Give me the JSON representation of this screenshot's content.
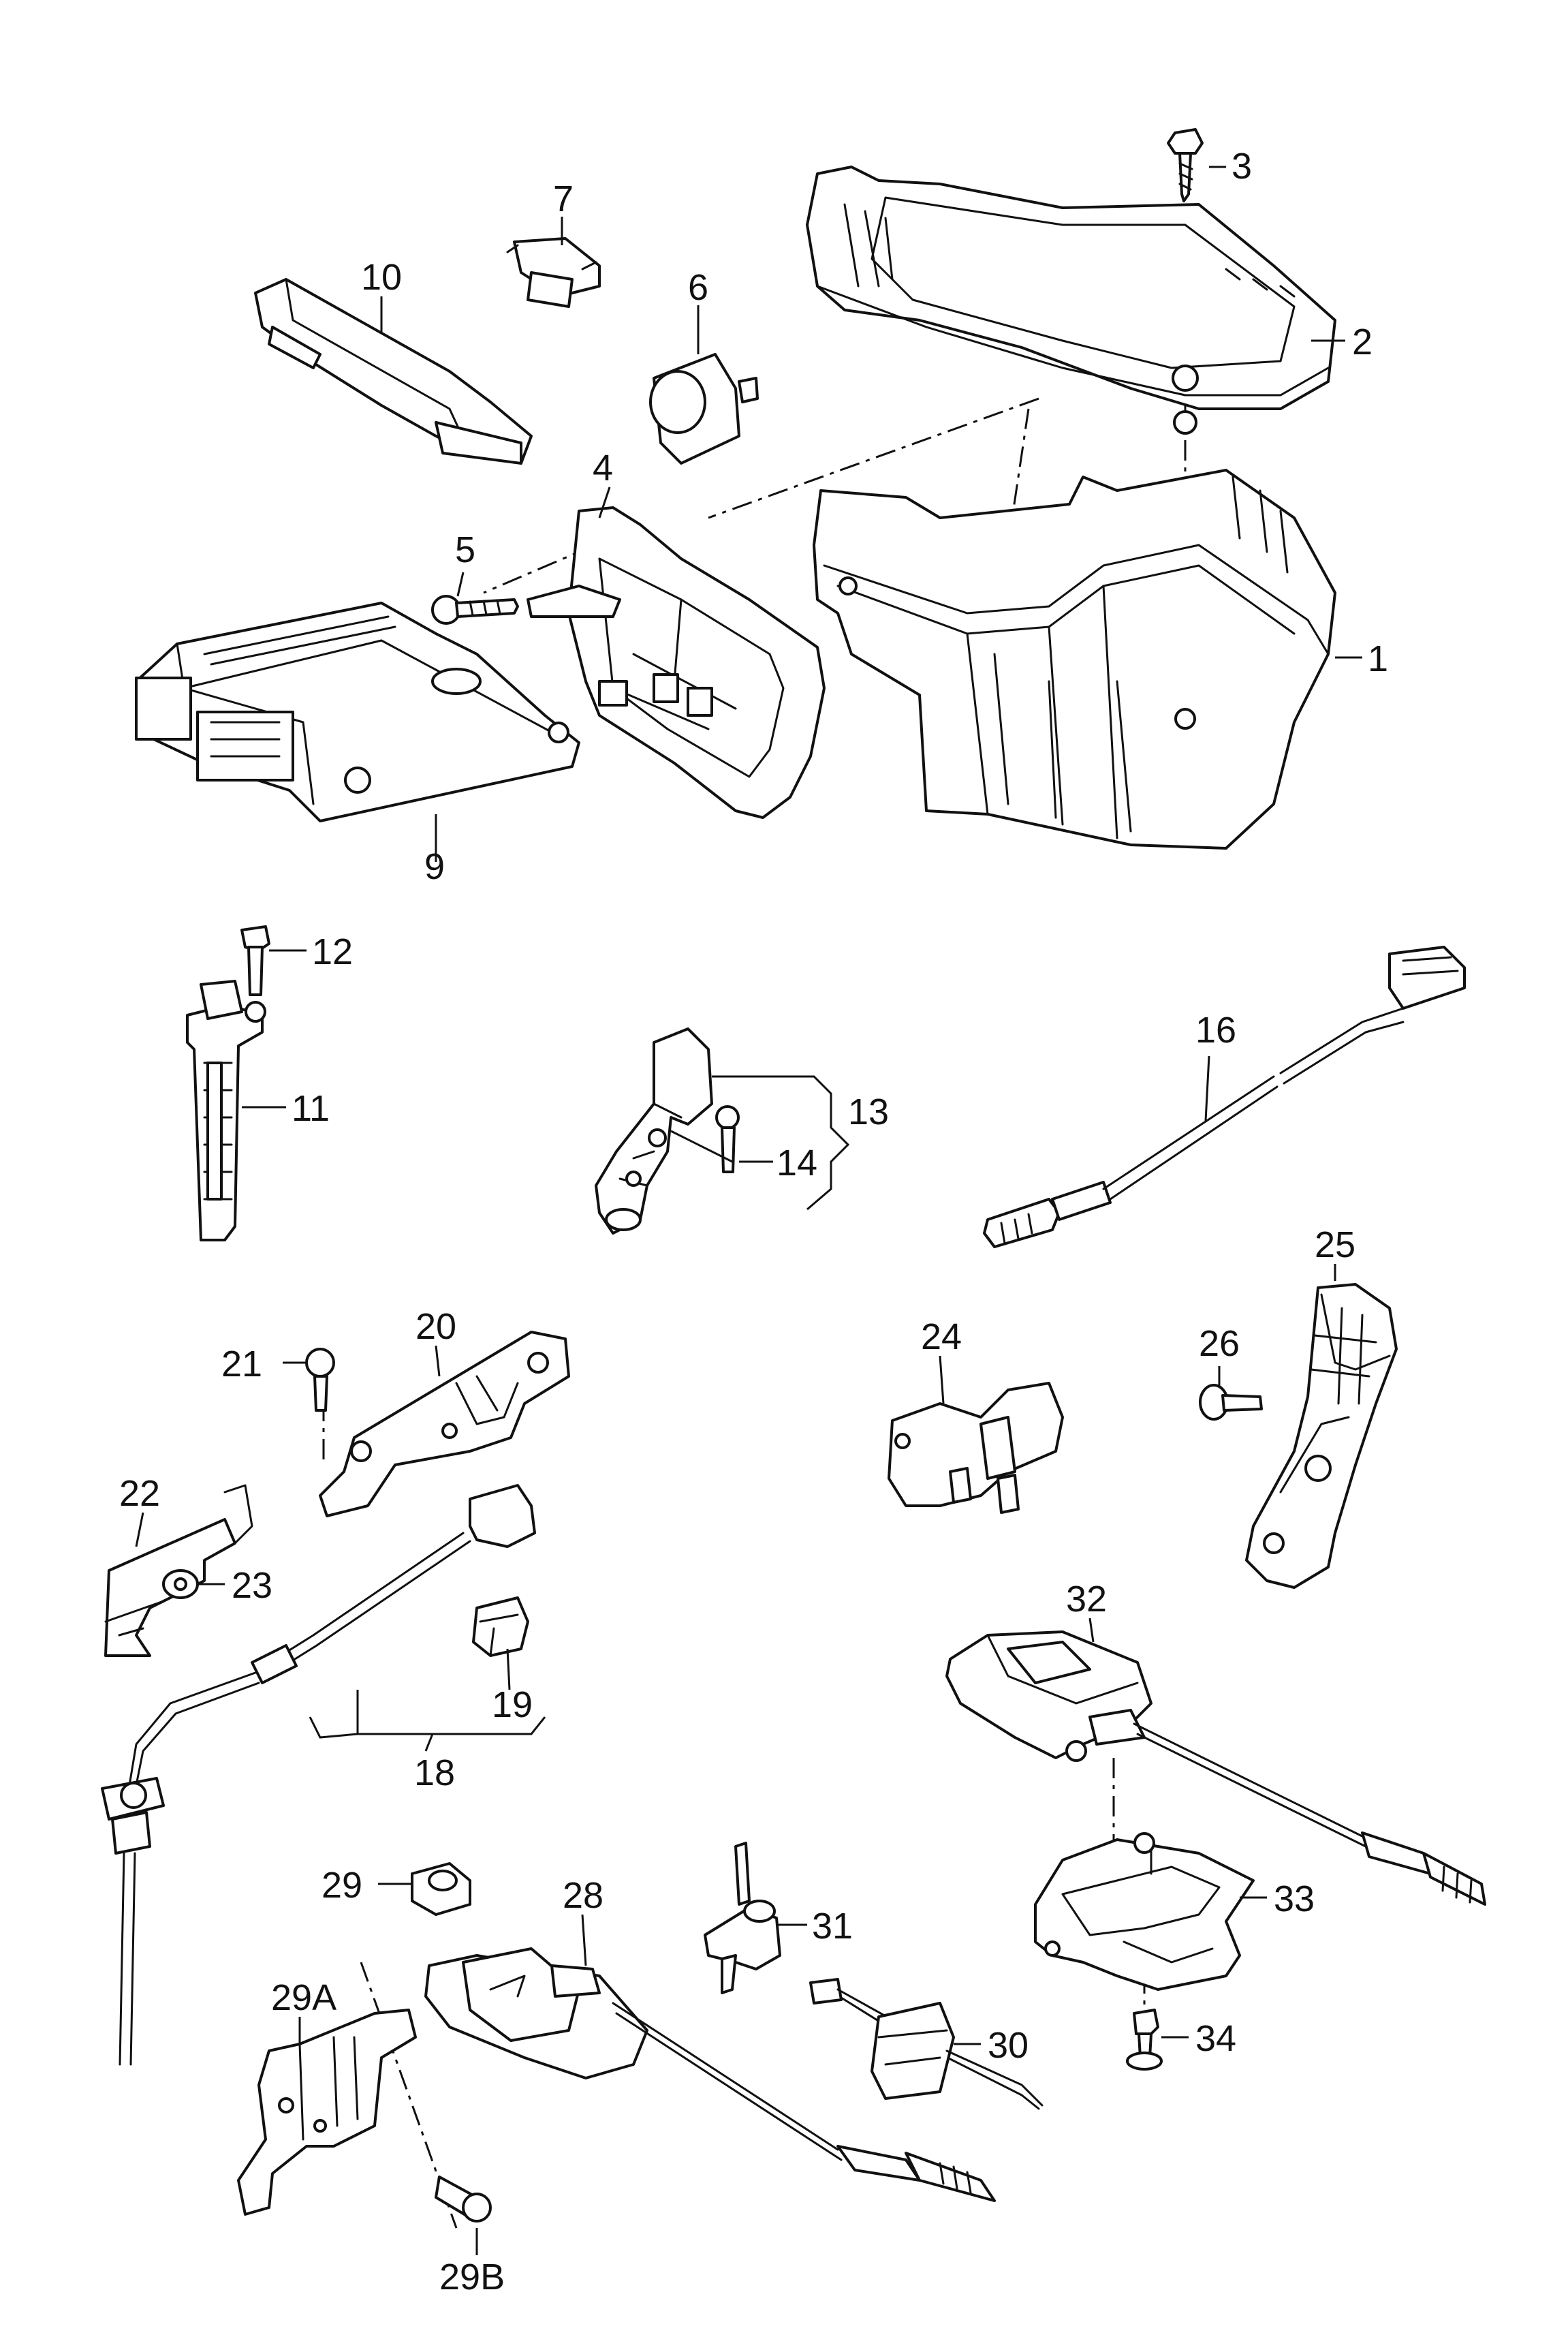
{
  "colors": {
    "line": "#111111",
    "background": "#ffffff"
  },
  "labels": {
    "l1": "1",
    "l2": "2",
    "l3": "3",
    "l4": "4",
    "l5": "5",
    "l6": "6",
    "l7": "7",
    "l9": "9",
    "l10": "10",
    "l11": "11",
    "l12": "12",
    "l13": "13",
    "l14": "14",
    "l16": "16",
    "l18": "18",
    "l19": "19",
    "l20": "20",
    "l21": "21",
    "l22": "22",
    "l23": "23",
    "l24": "24",
    "l25": "25",
    "l26": "26",
    "l28": "28",
    "l29": "29",
    "l29a": "29A",
    "l29b": "29B",
    "l30": "30",
    "l31": "31",
    "l32": "32",
    "l33": "33",
    "l34": "34"
  }
}
